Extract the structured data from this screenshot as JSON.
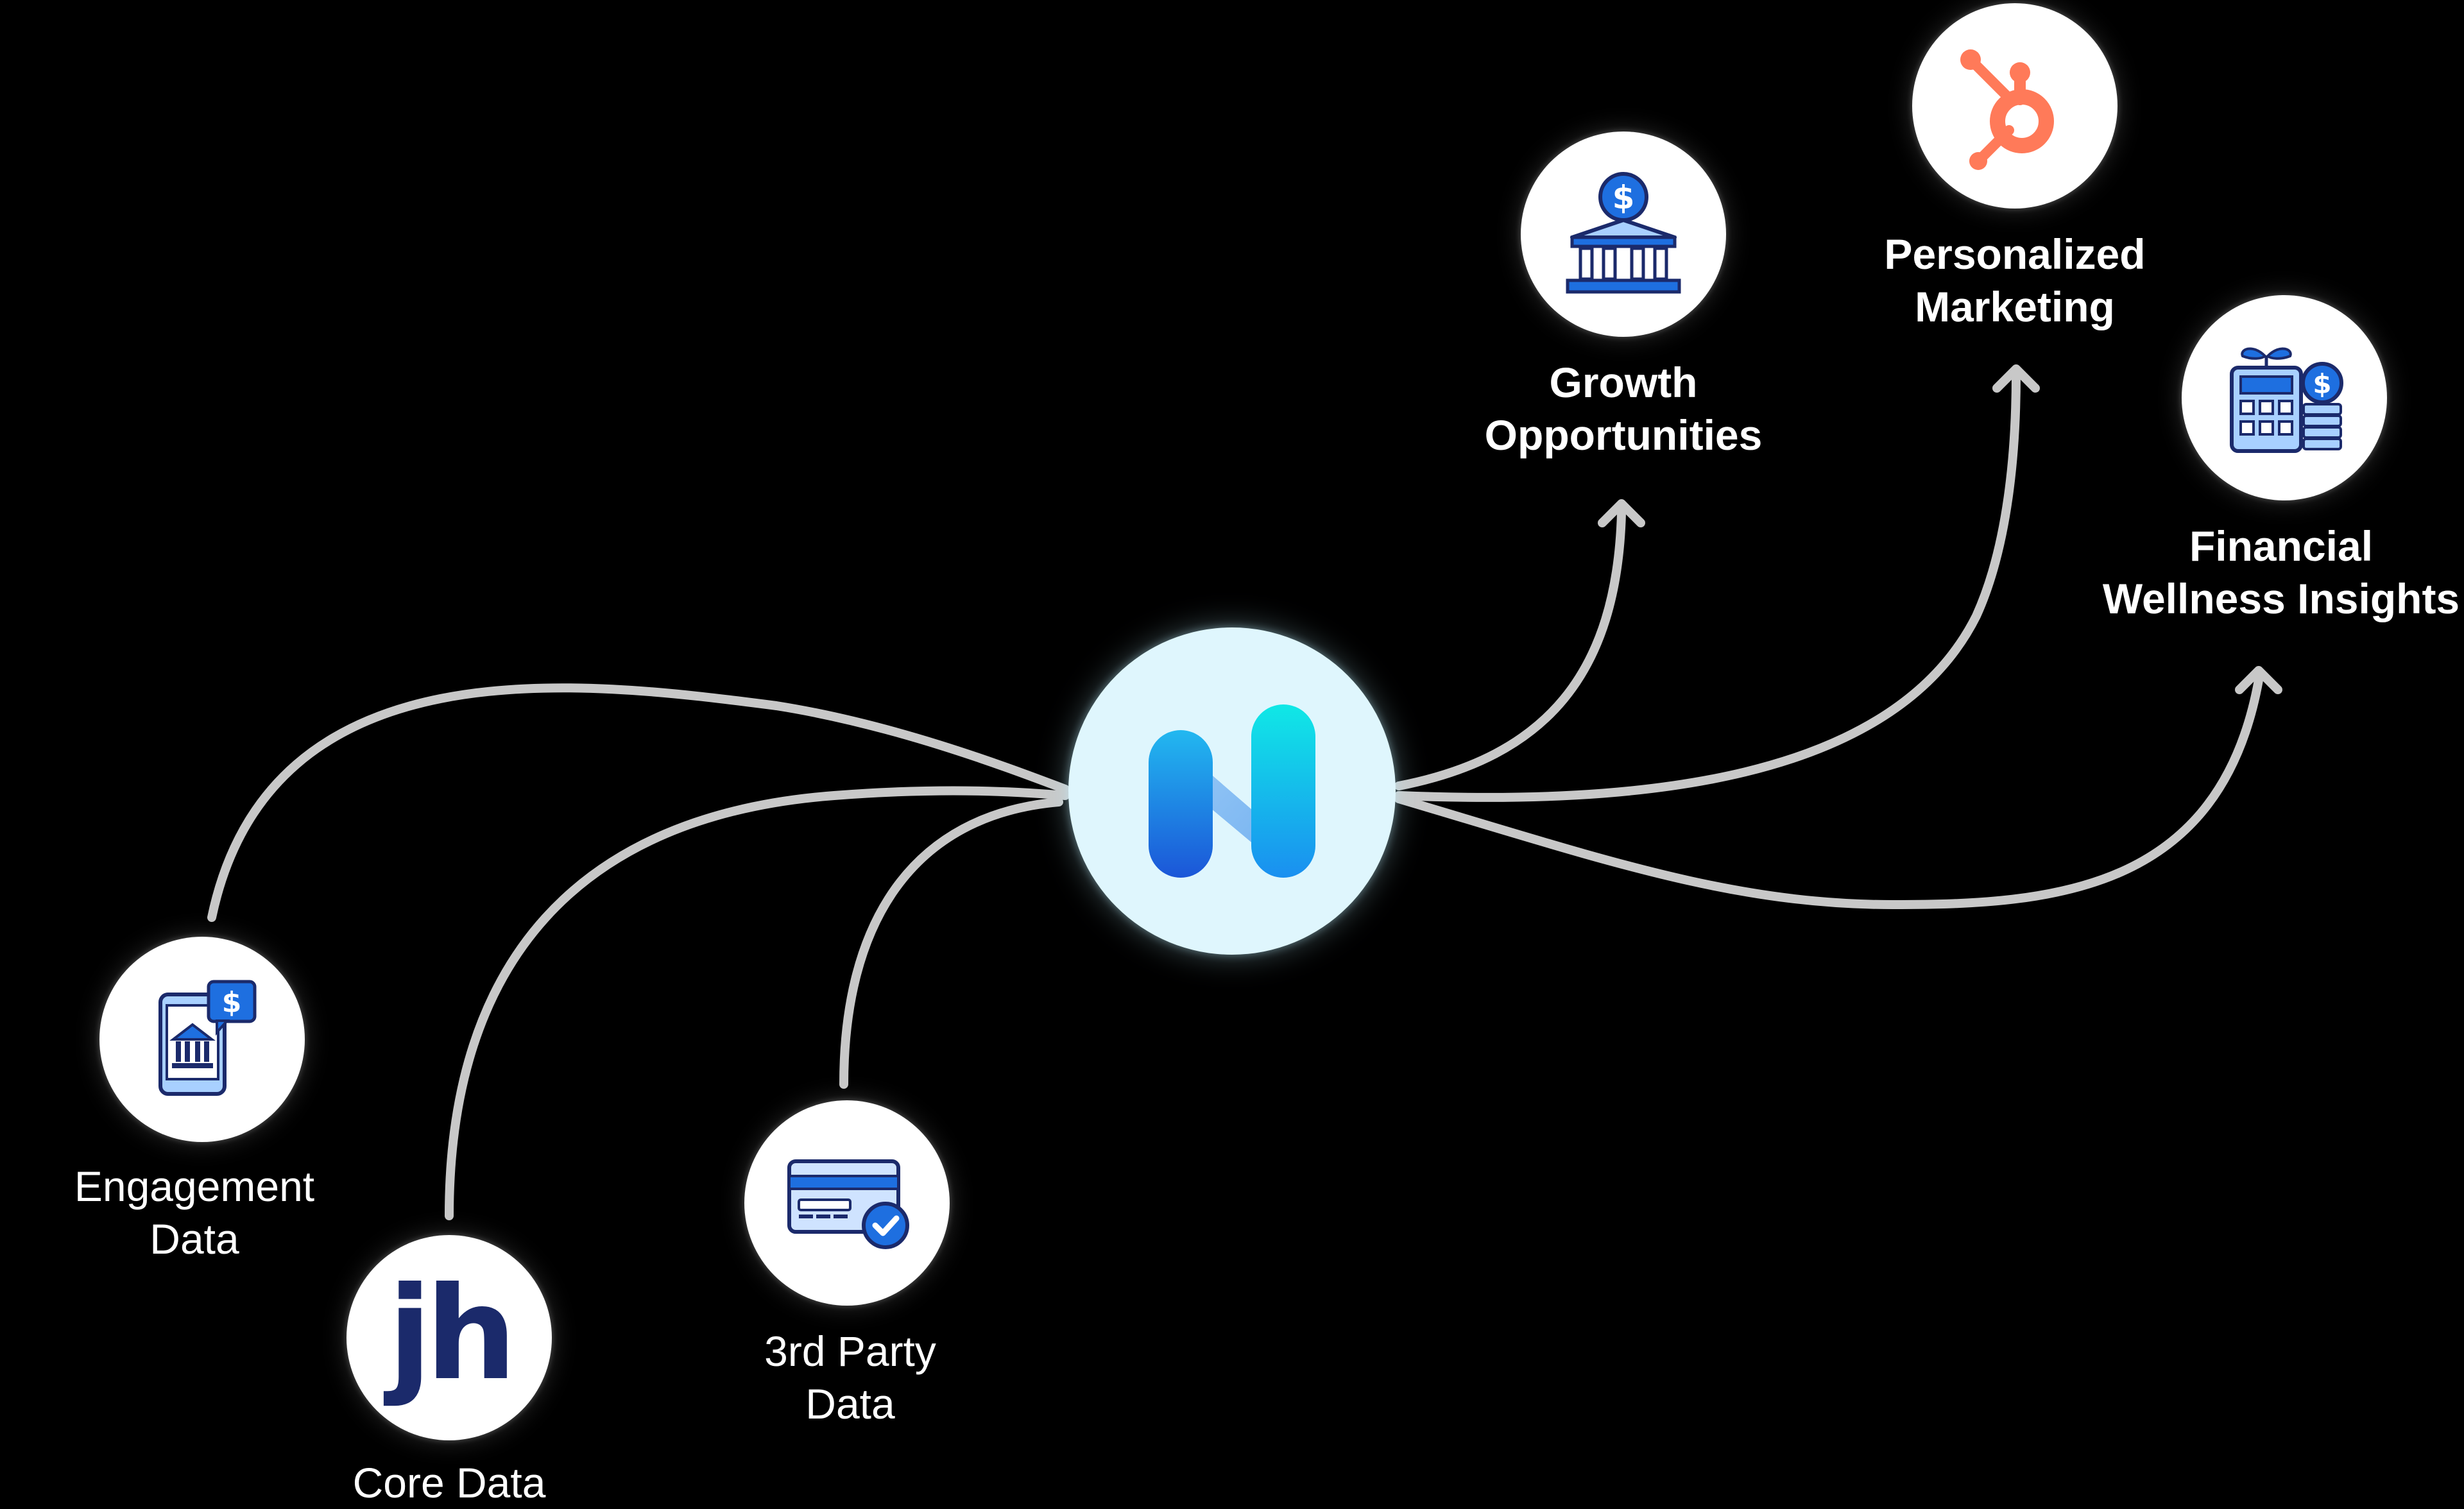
{
  "hub": {
    "name": "N"
  },
  "inputs": [
    {
      "id": "engagement",
      "icon": "mobile-bank-dollar-icon",
      "lines": [
        "Engagement",
        "Data"
      ]
    },
    {
      "id": "core",
      "icon": "jh-logo",
      "logo_text": "jh",
      "lines": [
        "Core Data"
      ]
    },
    {
      "id": "third-party",
      "icon": "credit-card-check-icon",
      "lines": [
        "3rd Party",
        "Data"
      ]
    }
  ],
  "outputs": [
    {
      "id": "growth",
      "icon": "bank-dollar-icon",
      "lines": [
        "Growth",
        "Opportunities"
      ]
    },
    {
      "id": "marketing",
      "icon": "hubspot-logo-icon",
      "lines": [
        "Personalized",
        "Marketing"
      ]
    },
    {
      "id": "wellness",
      "icon": "calculator-coins-icon",
      "lines": [
        "Financial",
        "Wellness Insights"
      ]
    }
  ],
  "colors": {
    "background": "#000000",
    "connector": "#c8c8c8",
    "node_bg": "#ffffff",
    "hub_bg": "#dff6fd",
    "icon_blue": "#1e6fe0",
    "icon_navy": "#1b2a6b",
    "hubspot_orange": "#ff7a59",
    "label": "#ffffff"
  }
}
